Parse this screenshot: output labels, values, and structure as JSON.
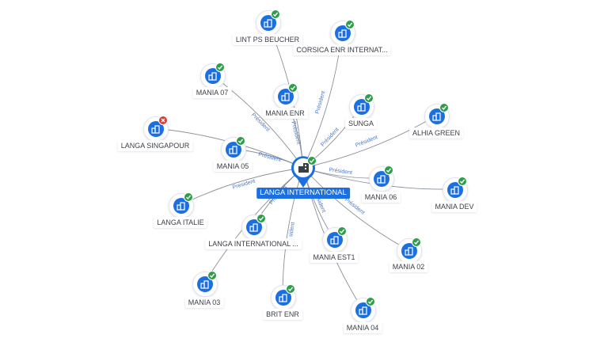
{
  "center": {
    "label": "LANGA INTERNATIONAL",
    "icon": "company-icon"
  },
  "colors": {
    "accent": "#1b6fe0",
    "edge": "#8a9099",
    "active": "#2e9e4a",
    "inactive": "#d93a3a"
  },
  "nodes": [
    {
      "label": "LINT PS BEUCHER",
      "status": "active"
    },
    {
      "label": "CORSICA ENR INTERNAT...",
      "status": "active"
    },
    {
      "label": "MANIA 07",
      "status": "active"
    },
    {
      "label": "MANIA ENR",
      "status": "active"
    },
    {
      "label": "SUNGA",
      "status": "active"
    },
    {
      "label": "ALHIA GREEN",
      "status": "active"
    },
    {
      "label": "LANGA SINGAPOUR",
      "status": "inactive"
    },
    {
      "label": "MANIA 05",
      "status": "active"
    },
    {
      "label": "MANIA 06",
      "status": "active"
    },
    {
      "label": "MANIA DEV",
      "status": "active"
    },
    {
      "label": "LANGA ITALIE",
      "status": "active"
    },
    {
      "label": "LANGA INTERNATIONAL ...",
      "status": "active"
    },
    {
      "label": "MANIA EST1",
      "status": "active"
    },
    {
      "label": "MANIA 02",
      "status": "active"
    },
    {
      "label": "MANIA 03",
      "status": "active"
    },
    {
      "label": "BRIT ENR",
      "status": "active"
    },
    {
      "label": "MANIA 04",
      "status": "active"
    }
  ],
  "edge_labels": [
    {
      "node": 0,
      "text": "Président"
    },
    {
      "node": 1,
      "text": "Président"
    },
    {
      "node": 2,
      "text": "Président"
    },
    {
      "node": 3,
      "text": "Président"
    },
    {
      "node": 4,
      "text": "Président"
    },
    {
      "node": 5,
      "text": "Président"
    },
    {
      "node": 7,
      "text": "Président"
    },
    {
      "node": 8,
      "text": "Président"
    },
    {
      "node": 10,
      "text": "Président"
    },
    {
      "node": 11,
      "text": "Président"
    },
    {
      "node": 12,
      "text": "Président"
    },
    {
      "node": 13,
      "text": "Président"
    },
    {
      "node": 15,
      "text": "sident"
    }
  ]
}
